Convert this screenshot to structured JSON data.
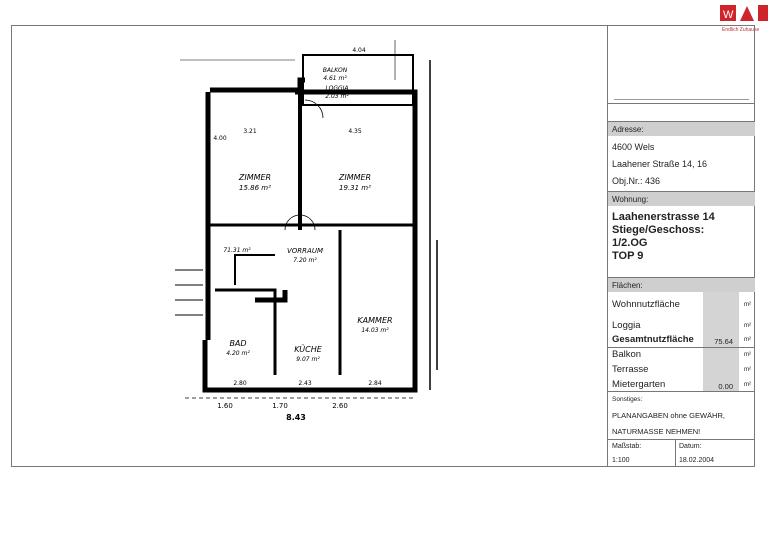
{
  "logo": {
    "text": "WAG",
    "tagline": "Endlich Zuhause",
    "color": "#d0242b"
  },
  "plan": {
    "rooms": [
      {
        "name": "ZIMMER",
        "area": "15.86 m²"
      },
      {
        "name": "ZIMMER",
        "area": "19.31 m²"
      },
      {
        "name": "BALKON",
        "area": "4.61 m²"
      },
      {
        "name": "LOGGIA",
        "area": "2.03 m²"
      },
      {
        "name": "VORRAUM",
        "area": "7.20 m²"
      },
      {
        "name": "KAMMER",
        "area": "14.03 m²"
      },
      {
        "name": "BAD",
        "area": "4.20 m²"
      },
      {
        "name": "KÜCHE",
        "area": "9.07 m²"
      }
    ],
    "total_label": "71.31 m²",
    "dimensions": [
      "4.00",
      "4.35",
      "3.21",
      "2.80",
      "2.43",
      "2.84",
      "1.60",
      "1.70",
      "2.60",
      "8.43",
      "4.04"
    ]
  },
  "info": {
    "address_label": "Adresse:",
    "city": "4600 Wels",
    "street": "Laahener Straße 14, 16",
    "obj": "Obj.Nr.: 436",
    "apartment_label": "Wohnung:",
    "apartment_lines": [
      "Laahenerstrasse 14",
      "Stiege/Geschoss:",
      "1/2.OG",
      "TOP 9"
    ],
    "areas_label": "Flächen:",
    "areas": [
      {
        "label": "Wohnnutzfläche",
        "value": "",
        "unit": "m²"
      },
      {
        "label": "Loggia",
        "value": "",
        "unit": "m²"
      },
      {
        "label": "Gesamtnutzfläche",
        "value": "75.64",
        "unit": "m²"
      },
      {
        "label": "Balkon",
        "value": "",
        "unit": "m²"
      },
      {
        "label": "Terrasse",
        "value": "",
        "unit": "m²"
      },
      {
        "label": "Mietergarten",
        "value": "0.00",
        "unit": "m²"
      }
    ],
    "other_label": "Sonstiges:",
    "other_lines": [
      "PLANANGABEN ohne GEWÄHR,",
      "NATURMASSE NEHMEN!"
    ],
    "scale_label": "Maßstab:",
    "scale": "1:100",
    "date_label": "Datum:",
    "date": "18.02.2004"
  }
}
